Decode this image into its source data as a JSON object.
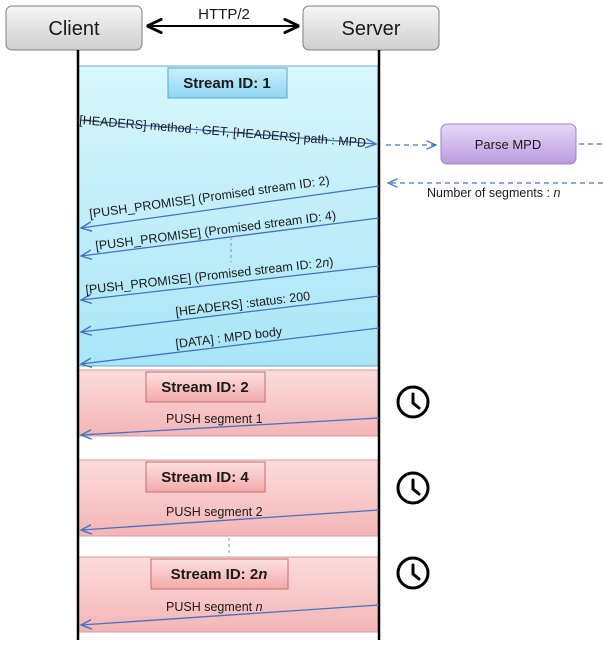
{
  "participants": {
    "client": "Client",
    "server": "Server",
    "protocol": "HTTP/2"
  },
  "streams": [
    {
      "id": "main",
      "title_prefix": "Stream ID: ",
      "title_value": "1",
      "title_italic": false,
      "messages": [
        {
          "direction": "client-to-server",
          "parts": [
            {
              "text": "[HEADERS] method : GET, [HEADERS] path : MPD"
            }
          ]
        },
        {
          "direction": "server-to-client",
          "parts": [
            {
              "text": "[PUSH_PROMISE] (Promised stream ID: 2)"
            }
          ]
        },
        {
          "direction": "server-to-client",
          "parts": [
            {
              "text": "[PUSH_PROMISE] (Promised stream ID: 4)"
            }
          ]
        },
        {
          "direction": "server-to-client",
          "parts": [
            {
              "text": "[PUSH_PROMISE] (Promised stream ID: 2"
            },
            {
              "text": "n",
              "italic": true
            },
            {
              "text": ")"
            }
          ]
        },
        {
          "direction": "server-to-client",
          "parts": [
            {
              "text": "[HEADERS] :status: 200"
            }
          ]
        },
        {
          "direction": "server-to-client",
          "parts": [
            {
              "text": "[DATA] : MPD body"
            }
          ]
        }
      ]
    },
    {
      "id": "s2",
      "title_prefix": "Stream ID: ",
      "title_value": "2",
      "title_italic": false,
      "messages": [
        {
          "direction": "server-to-client",
          "parts": [
            {
              "text": "PUSH segment 1"
            }
          ]
        }
      ]
    },
    {
      "id": "s4",
      "title_prefix": "Stream ID: ",
      "title_value": "4",
      "title_italic": false,
      "messages": [
        {
          "direction": "server-to-client",
          "parts": [
            {
              "text": "PUSH segment 2"
            }
          ]
        }
      ]
    },
    {
      "id": "s2n",
      "title_prefix": "Stream ID: 2",
      "title_value": "n",
      "title_italic": true,
      "messages": [
        {
          "direction": "server-to-client",
          "parts": [
            {
              "text": "PUSH segment "
            },
            {
              "text": "n",
              "italic": true
            }
          ]
        }
      ]
    }
  ],
  "side_process": {
    "label": "Parse MPD",
    "note_prefix": "Number of segments : ",
    "note_italic": "n"
  },
  "colors": {
    "header_box": "#e4e4e4",
    "stream1_fill": "#bfeefa",
    "stream1_title": "#a8e2f6",
    "push_fill": "#f9cfcf",
    "push_title": "#f6b4b4",
    "arrow": "#4472c4",
    "parse_box": "#c9aee6",
    "lifeline": "#000000"
  },
  "icons": [
    "timer-clock-icon",
    "timer-clock-icon",
    "timer-clock-icon"
  ]
}
